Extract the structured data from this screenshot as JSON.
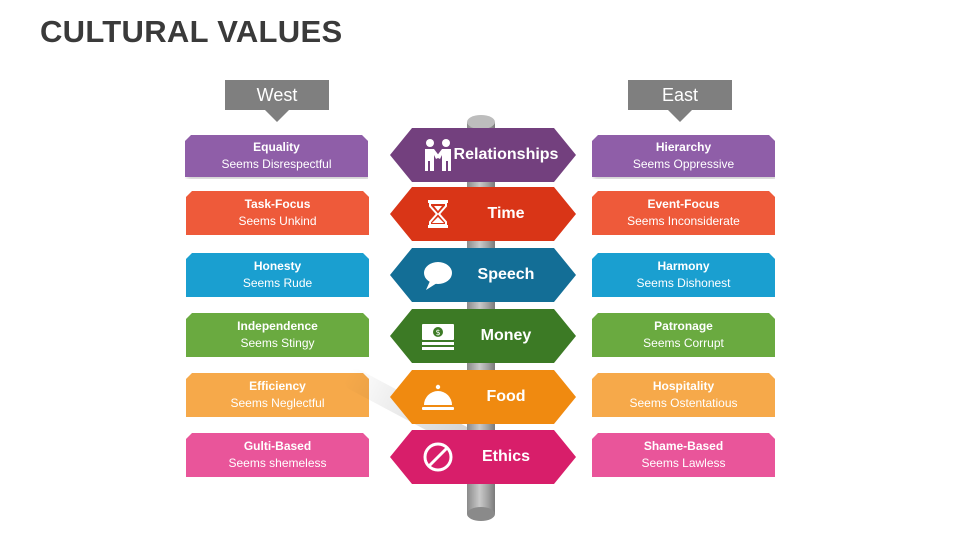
{
  "title": "CULTURAL VALUES",
  "west": {
    "label": "West",
    "items": [
      {
        "title": "Equality",
        "sub": "Seems Disrespectful",
        "color": "#8f5ea8"
      },
      {
        "title": "Task-Focus",
        "sub": "Seems Unkind",
        "color": "#ee5a3a"
      },
      {
        "title": "Honesty",
        "sub": "Seems Rude",
        "color": "#1a9fd0"
      },
      {
        "title": "Independence",
        "sub": "Seems Stingy",
        "color": "#6aaa40"
      },
      {
        "title": "Efficiency",
        "sub": "Seems Neglectful",
        "color": "#f6a94a"
      },
      {
        "title": "Gulti-Based",
        "sub": "Seems shemeless",
        "color": "#e9559a"
      }
    ]
  },
  "east": {
    "label": "East",
    "items": [
      {
        "title": "Hierarchy",
        "sub": "Seems Oppressive",
        "color": "#8f5ea8"
      },
      {
        "title": "Event-Focus",
        "sub": "Seems Inconsiderate",
        "color": "#ee5a3a"
      },
      {
        "title": "Harmony",
        "sub": "Seems Dishonest",
        "color": "#1a9fd0"
      },
      {
        "title": "Patronage",
        "sub": "Seems Corrupt",
        "color": "#6aaa40"
      },
      {
        "title": "Hospitality",
        "sub": "Seems Ostentatious",
        "color": "#f6a94a"
      },
      {
        "title": "Shame-Based",
        "sub": "Seems Lawless",
        "color": "#e9559a"
      }
    ]
  },
  "signs": [
    {
      "label": "Relationships",
      "icon": "handshake-icon",
      "color": "#73407e"
    },
    {
      "label": "Time",
      "icon": "hourglass-icon",
      "color": "#d93517"
    },
    {
      "label": "Speech",
      "icon": "speech-bubble-icon",
      "color": "#136e96"
    },
    {
      "label": "Money",
      "icon": "money-icon",
      "color": "#3c7a25"
    },
    {
      "label": "Food",
      "icon": "food-cloche-icon",
      "color": "#f08a10"
    },
    {
      "label": "Ethics",
      "icon": "prohibited-icon",
      "color": "#d81e6a"
    }
  ]
}
